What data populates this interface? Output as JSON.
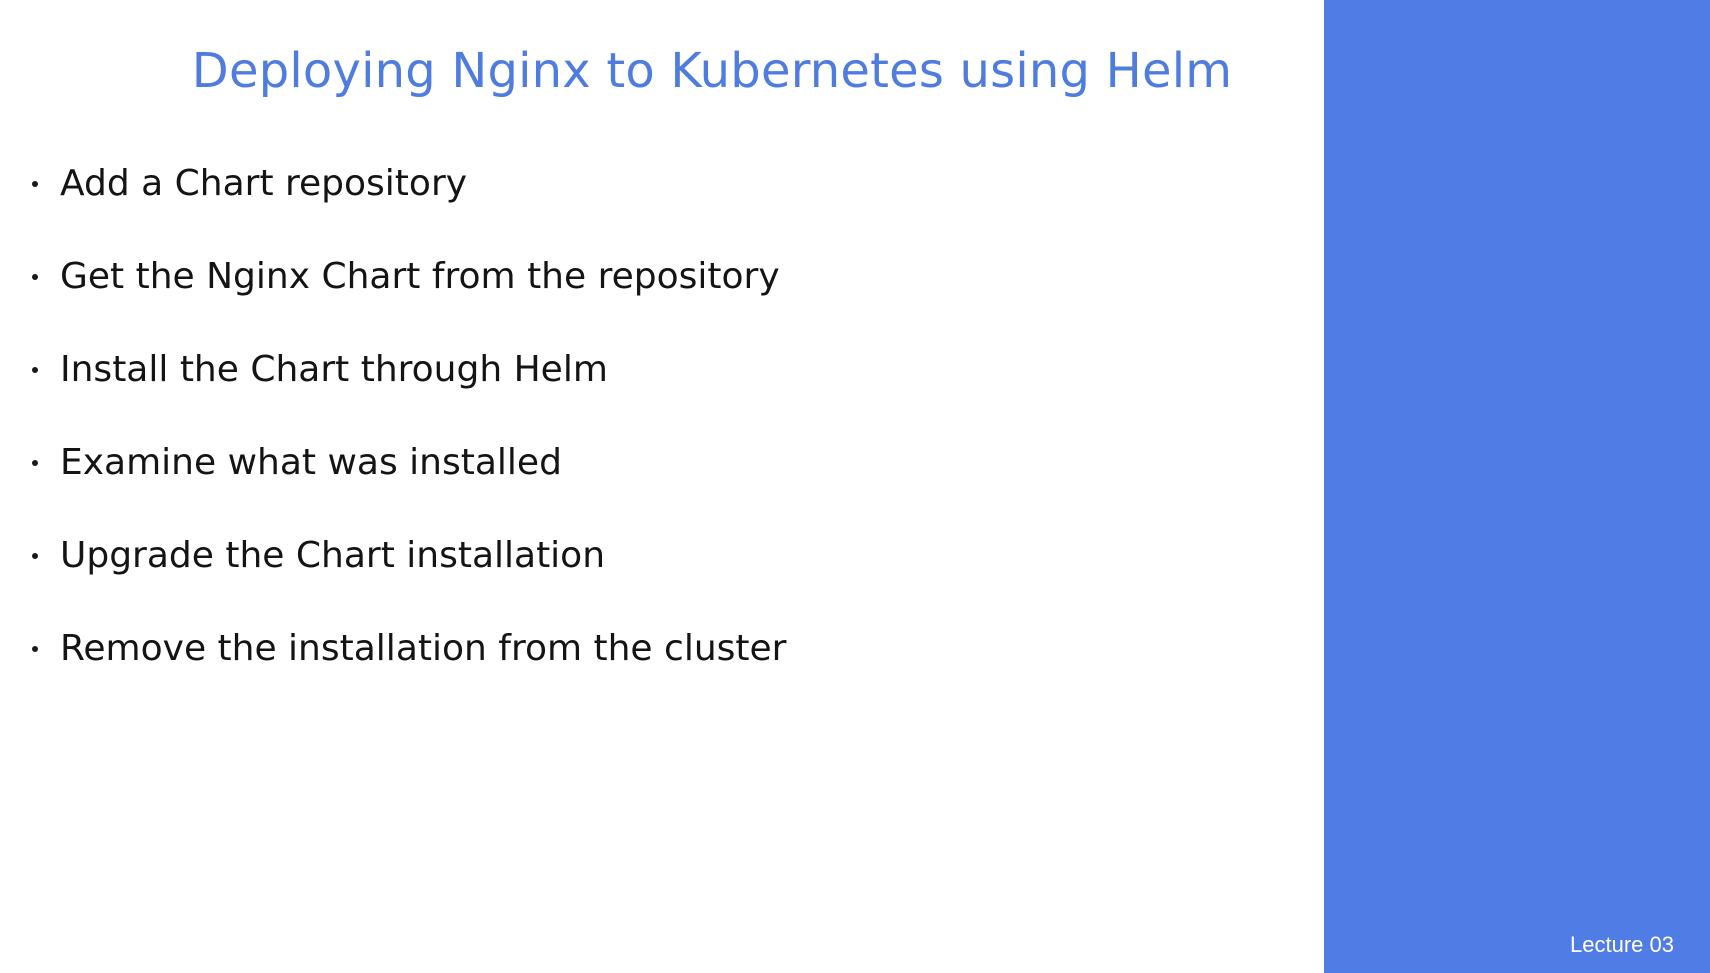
{
  "slide": {
    "title": "Deploying Nginx to Kubernetes using Helm",
    "bullets": [
      "Add a Chart repository",
      "Get the Nginx Chart from the repository",
      "Install the Chart through Helm",
      "Examine what was installed",
      "Upgrade the Chart installation",
      "Remove the installation from the cluster"
    ],
    "footer_label": "Lecture 03"
  },
  "colors": {
    "title": "#4f7ddf",
    "accent_panel": "#507ce6",
    "text": "#141414",
    "footer_text": "#ffffff"
  }
}
